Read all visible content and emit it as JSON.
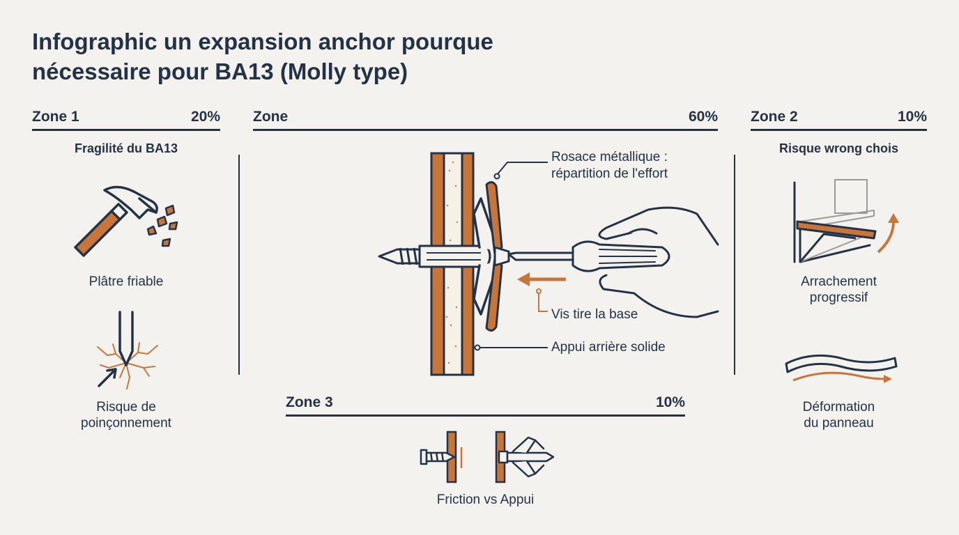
{
  "title_line1": "Infographic un expansion anchor pourque",
  "title_line2": "nécessaire pour BA13 (Molly type)",
  "colors": {
    "navy": "#243246",
    "copper": "#c8753a",
    "paper": "#f3f2ee",
    "board": "#f6f1e6",
    "grey": "#9a9a9a"
  },
  "zone1": {
    "label": "Zone 1",
    "percent": "20%",
    "subtitle": "Fragilité du BA13",
    "cap_hammer": "Plâtre friable",
    "cap_punch_1": "Risque de",
    "cap_punch_2": "poinçonnement",
    "icons": [
      "hammer-icon",
      "crack-icon"
    ]
  },
  "center": {
    "label": "Zone",
    "percent": "60%",
    "callout_rosace_1": "Rosace métallique :",
    "callout_rosace_2": "répartition de l'effort",
    "callout_vis": "Vis tire la base",
    "callout_appui": "Appui arrière solide"
  },
  "zone2": {
    "label": "Zone 2",
    "percent": "10%",
    "subtitle": "Risque wrong chois",
    "cap_arrachement_1": "Arrachement",
    "cap_arrachement_2": "progressif",
    "cap_deformation_1": "Déformation",
    "cap_deformation_2": "du panneau",
    "icons": [
      "shelf-pullout-icon",
      "panel-bend-icon"
    ]
  },
  "zone3": {
    "label": "Zone 3",
    "percent": "10%",
    "caption": "Friction vs Appui",
    "icons": [
      "plain-screw-icon",
      "molly-anchor-icon"
    ]
  }
}
